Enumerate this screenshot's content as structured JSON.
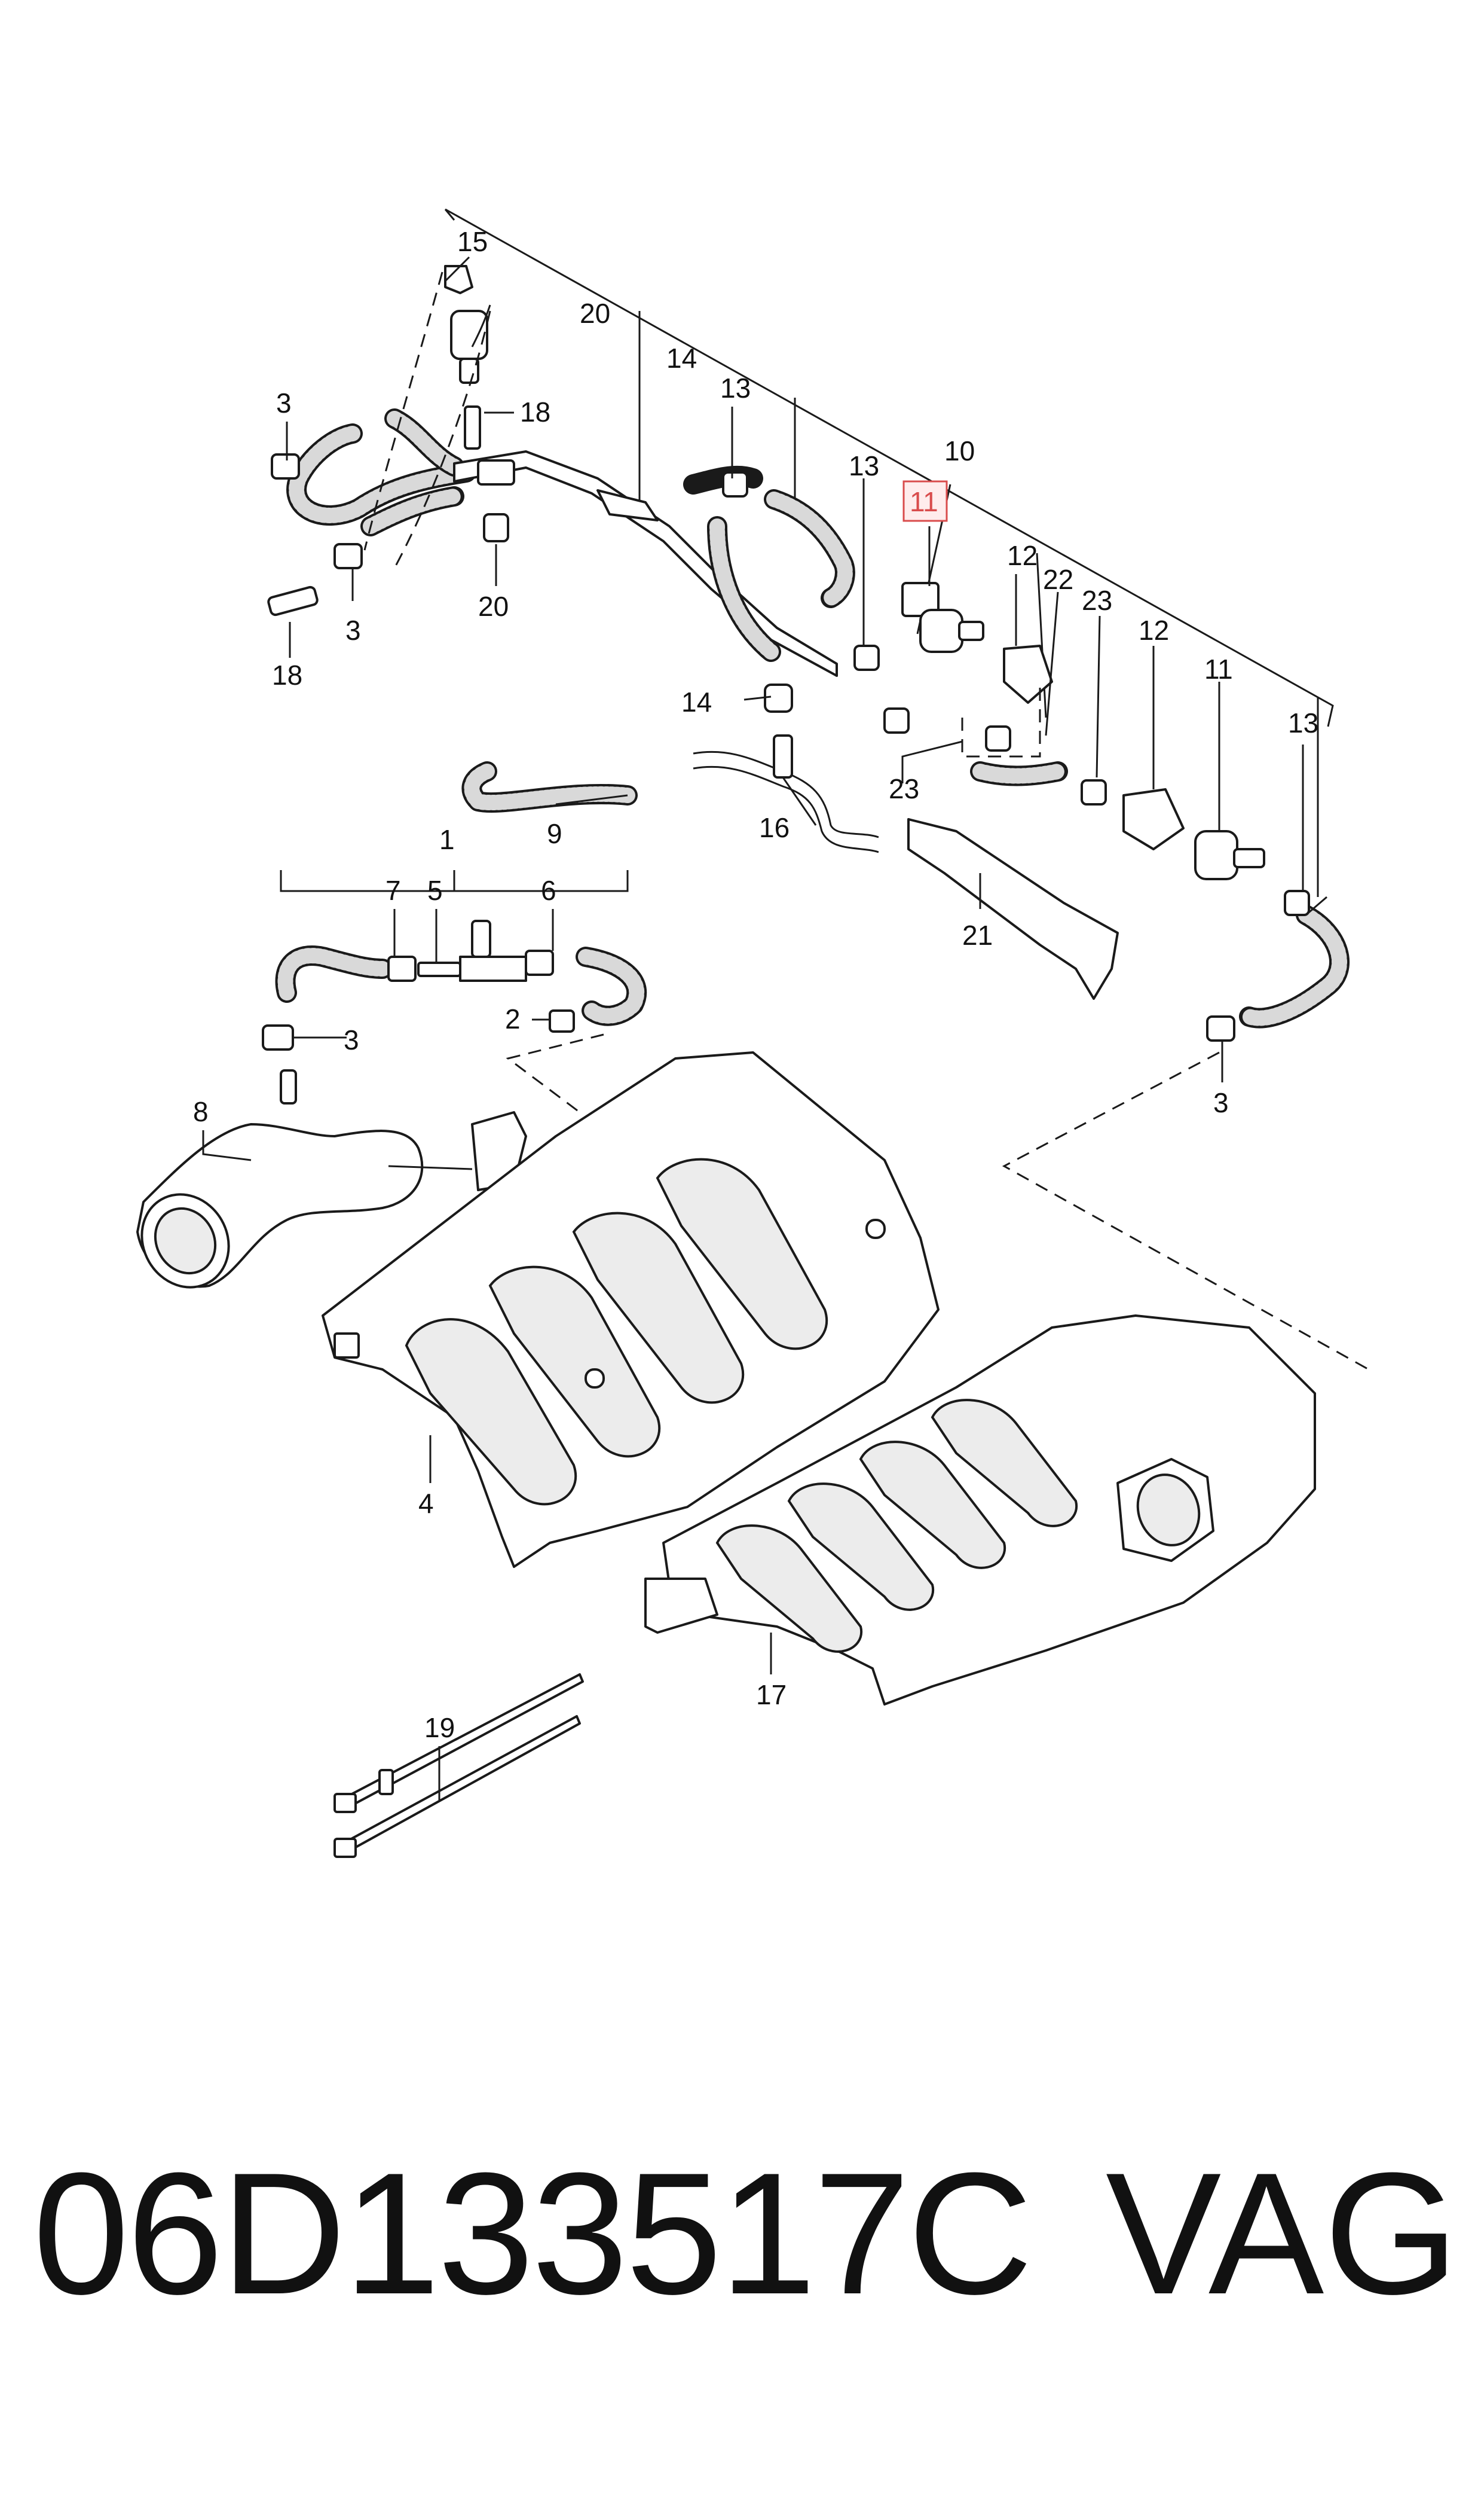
{
  "callouts": {
    "c1": "1",
    "c2": "2",
    "c3a": "3",
    "c3b": "3",
    "c3c": "3",
    "c3d": "3",
    "c4": "4",
    "c5": "5",
    "c6": "6",
    "c7": "7",
    "c8": "8",
    "c9": "9",
    "c10": "10",
    "c11a": "11",
    "c11b": "11",
    "c12a": "12",
    "c12b": "12",
    "c13a": "13",
    "c13b": "13",
    "c13c": "13",
    "c14a": "14",
    "c14b": "14",
    "c15": "15",
    "c16": "16",
    "c17": "17",
    "c18a": "18",
    "c18b": "18",
    "c19": "19",
    "c20a": "20",
    "c20b": "20",
    "c21": "21",
    "c22": "22",
    "c23a": "23",
    "c23b": "23"
  },
  "highlighted_callout": "11",
  "highlight_color": "#d94c4c",
  "footer": {
    "part_number": "06D133517C",
    "brand": "VAG"
  }
}
